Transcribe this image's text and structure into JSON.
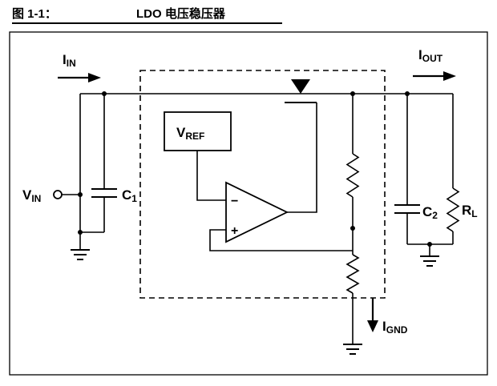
{
  "caption": {
    "figure_label": "图 1-1：",
    "figure_title": "LDO 电压稳压器"
  },
  "labels": {
    "iin": {
      "main": "I",
      "sub": "IN"
    },
    "iout": {
      "main": "I",
      "sub": "OUT"
    },
    "ignd": {
      "main": "I",
      "sub": "GND"
    },
    "vin": {
      "main": "V",
      "sub": "IN"
    },
    "vref": {
      "main": "V",
      "sub": "REF"
    },
    "c1": {
      "main": "C",
      "sub": "1"
    },
    "c2": {
      "main": "C",
      "sub": "2"
    },
    "rl": {
      "main": "R",
      "sub": "L"
    },
    "opamp_minus": "−",
    "opamp_plus": "+"
  },
  "colors": {
    "line": "#000000",
    "background": "#ffffff"
  }
}
